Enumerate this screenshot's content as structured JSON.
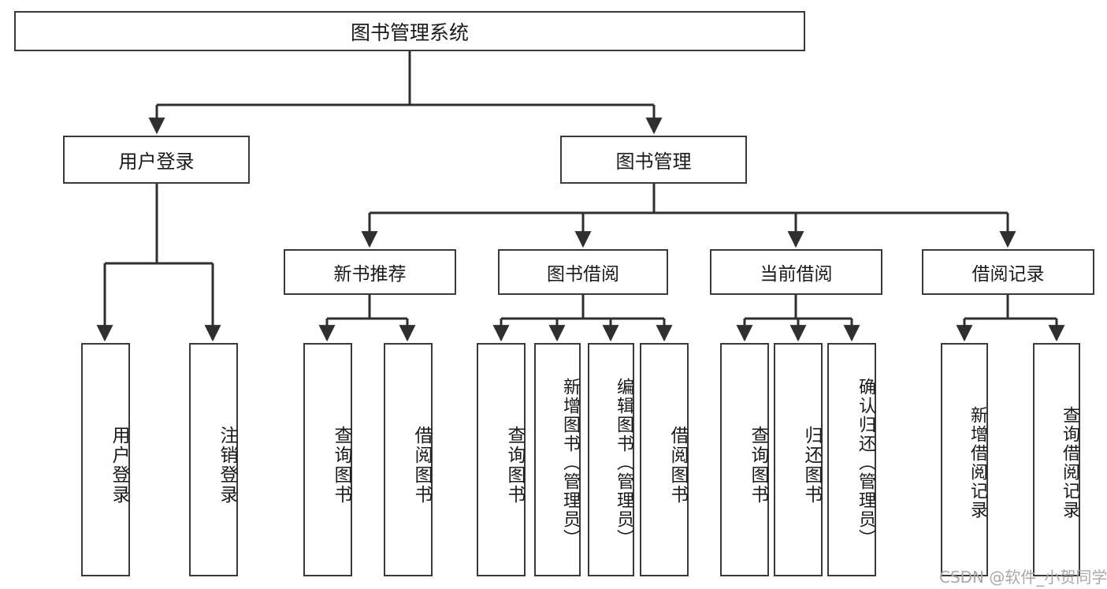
{
  "diagram": {
    "title": "图书管理系统",
    "type": "tree",
    "watermark": "CSDN @软件_小贺同学",
    "colors": {
      "border": "#3a3a3a",
      "text": "#1a1a1a",
      "background": "#ffffff",
      "edge": "#2f2f2f",
      "watermark": "#a8a8a8"
    },
    "root": {
      "label": "图书管理系统"
    },
    "level1": [
      {
        "label": "用户登录"
      },
      {
        "label": "图书管理"
      }
    ],
    "level2": [
      {
        "label": "新书推荐"
      },
      {
        "label": "图书借阅"
      },
      {
        "label": "当前借阅"
      },
      {
        "label": "借阅记录"
      }
    ],
    "leaves": {
      "user_login": [
        {
          "label": "用户登录"
        },
        {
          "label": "注销登录"
        }
      ],
      "new_book_recommend": [
        {
          "label": "查询图书"
        },
        {
          "label": "借阅图书"
        }
      ],
      "book_borrow": [
        {
          "label": "查询图书"
        },
        {
          "label": "新增图书（管理员）"
        },
        {
          "label": "编辑图书（管理员）"
        },
        {
          "label": "借阅图书"
        }
      ],
      "current_borrow": [
        {
          "label": "查询图书"
        },
        {
          "label": "归还图书"
        },
        {
          "label": "确认归还（管理员）"
        }
      ],
      "borrow_record": [
        {
          "label": "新增借阅记录"
        },
        {
          "label": "查询借阅记录"
        }
      ]
    }
  }
}
